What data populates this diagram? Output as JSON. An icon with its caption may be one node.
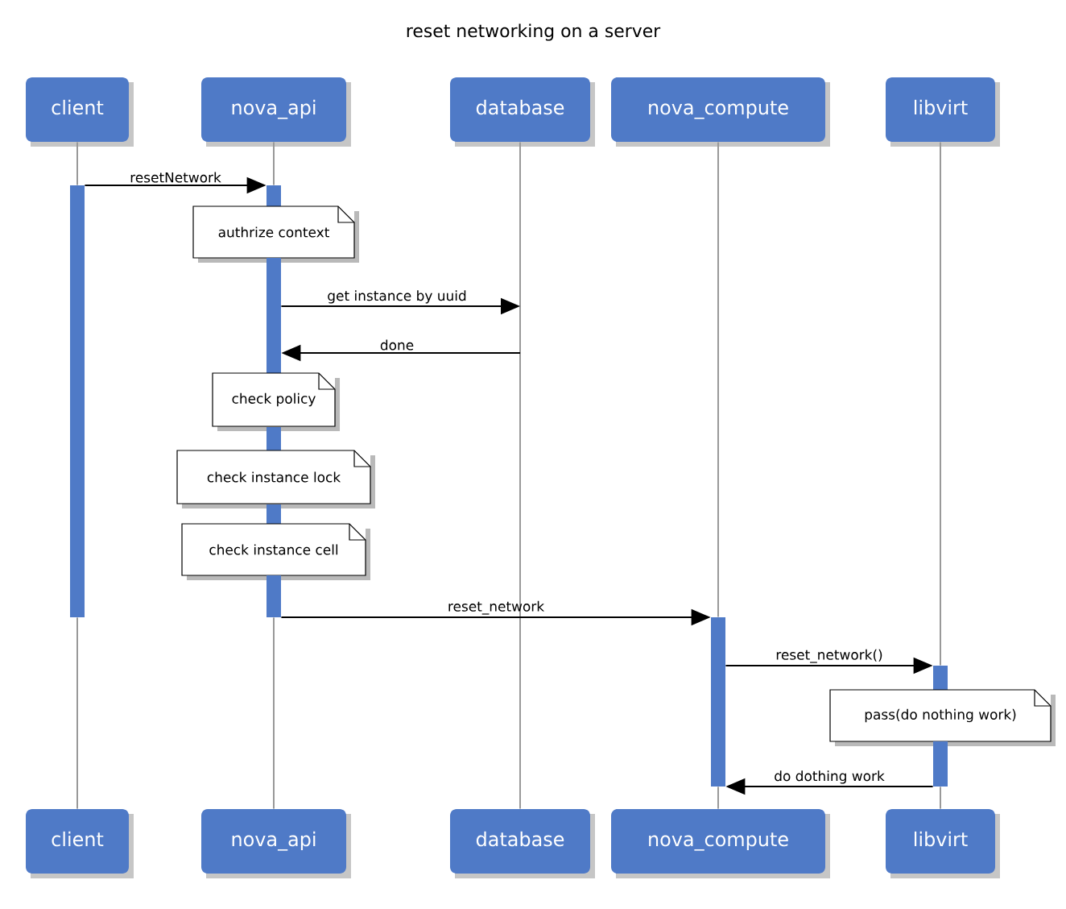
{
  "diagram": {
    "title": "reset networking on a server",
    "nodes": [
      {
        "text": [
          "client"
        ]
      },
      {
        "text": [
          "nova_api"
        ]
      },
      {
        "text": [
          "database"
        ]
      },
      {
        "text": [
          "nova_compute"
        ]
      },
      {
        "text": [
          "libvirt"
        ]
      },
      {
        "text": [],
        "shape": "bar"
      },
      {
        "text": [],
        "shape": "bar"
      },
      {
        "text": [
          "authrize context"
        ]
      },
      {
        "text": [],
        "shape": "bar"
      },
      {
        "text": [
          "check policy"
        ]
      },
      {
        "text": [],
        "shape": "bar"
      },
      {
        "text": [
          "check instance lock"
        ]
      },
      {
        "text": [],
        "shape": "bar"
      },
      {
        "text": [
          "check instance cell"
        ]
      },
      {
        "text": [],
        "shape": "bar"
      },
      {
        "text": [],
        "shape": "bar"
      },
      {
        "text": [],
        "shape": "bar"
      },
      {
        "text": [
          "pass(do nothing work)"
        ]
      },
      {
        "text": [],
        "shape": "bar"
      },
      {
        "text": [
          "client"
        ]
      },
      {
        "text": [
          "nova_api"
        ]
      },
      {
        "text": [
          "database"
        ]
      },
      {
        "text": [
          "nova_compute"
        ]
      },
      {
        "text": [
          "libvirt"
        ]
      }
    ],
    "edges": [
      {
        "from": 0,
        "to": 5,
        "arrow": "none"
      },
      {
        "from": 5,
        "to": 19,
        "arrow": "none"
      },
      {
        "from": 1,
        "to": 6,
        "arrow": "none"
      },
      {
        "from": 14,
        "to": 20,
        "arrow": "none"
      },
      {
        "from": 2,
        "to": 21,
        "arrow": "none"
      },
      {
        "from": 3,
        "to": 15,
        "arrow": "none"
      },
      {
        "from": 15,
        "to": 22,
        "arrow": "none"
      },
      {
        "from": 4,
        "to": 16,
        "arrow": "none"
      },
      {
        "from": 18,
        "to": 23,
        "arrow": "none"
      },
      {
        "from": 5,
        "to": 6,
        "arrow": "to",
        "label": "resetNetwork",
        "color": "#000000"
      },
      {
        "from": 8,
        "to": null,
        "arrow": "to",
        "label": "get instance by uuid",
        "color": "#000000"
      },
      {
        "from": null,
        "to": 8,
        "arrow": "to",
        "label": "done",
        "color": "#000000"
      },
      {
        "from": 14,
        "to": 15,
        "arrow": "to",
        "label": "reset_network",
        "color": "#000000"
      },
      {
        "from": 15,
        "to": 16,
        "arrow": "to",
        "label": "reset_network()",
        "color": "#000000"
      },
      {
        "from": 18,
        "to": 15,
        "arrow": "to",
        "label": "do dothing work",
        "color": "#000000"
      }
    ]
  }
}
